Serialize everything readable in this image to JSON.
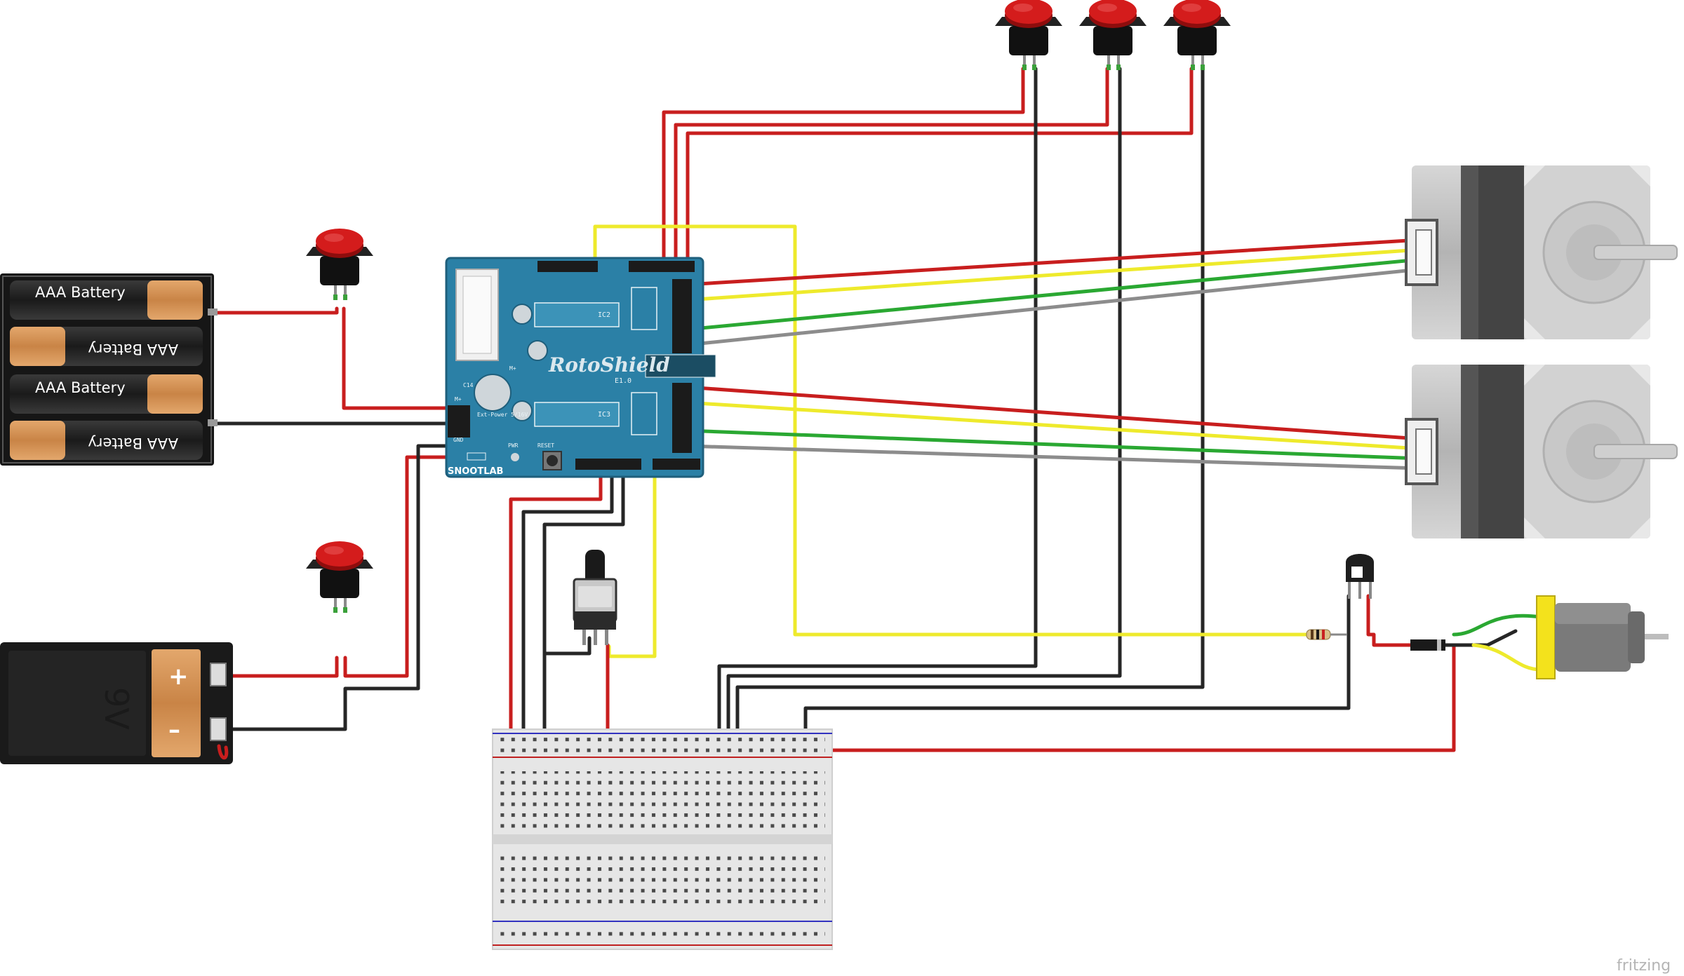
{
  "batteries": {
    "aaa_label": "AAA Battery",
    "nine_volt_label": "9V",
    "plus_sign": "+",
    "minus_sign": "–"
  },
  "shield": {
    "name": "RotoShield",
    "version": "E1.0",
    "maker": "SNOOTLAB",
    "reset_label": "RESET",
    "pwr_label": "PWR",
    "ext_power_label": "Ext-Power 5/16V",
    "mplus_label": "M+",
    "gnd_label": "GND",
    "ic2_label": "IC2",
    "ic3_label": "IC3",
    "c14_label": "C14",
    "m_plus_label": "M+"
  },
  "branding": {
    "watermark": "fritzing"
  },
  "colors": {
    "board": "#2b80a6",
    "wire_red": "#c81e1e",
    "wire_black": "#262626",
    "wire_yellow": "#eeea2c",
    "wire_green": "#2aa832",
    "wire_gray": "#8c8c8c",
    "button_cap": "#c41414",
    "breadboard": "#e6e6e6",
    "motor_yellow": "#f3e21c"
  }
}
